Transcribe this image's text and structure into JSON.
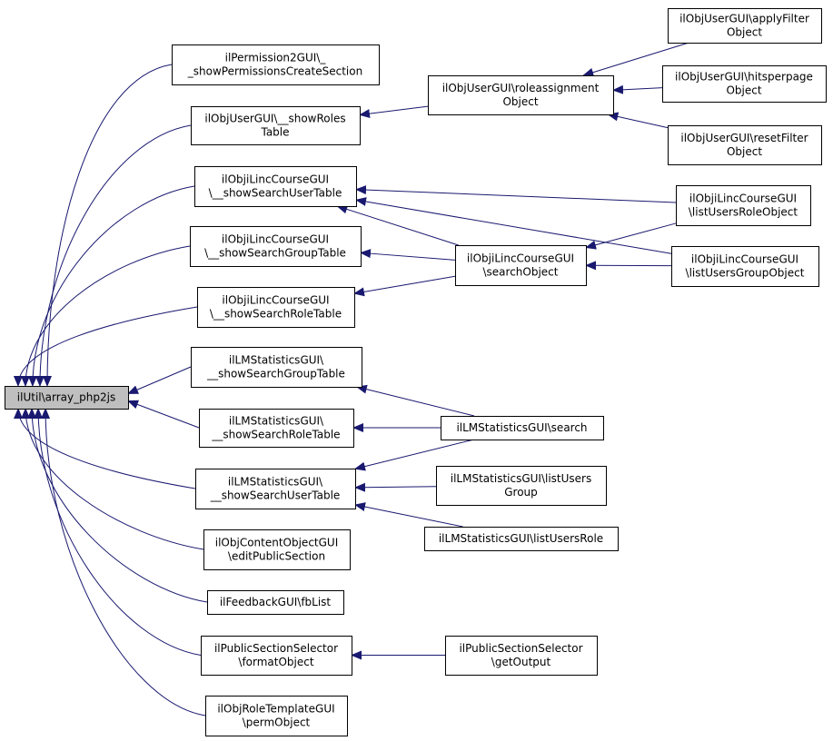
{
  "colors": {
    "node_fill": "#ffffff",
    "root_fill": "#bfbfbf",
    "border": "#000000",
    "edge": "#191970"
  },
  "nodes": {
    "root": {
      "lines": [
        "ilUtil\\array_php2js"
      ]
    },
    "perm2": {
      "lines": [
        "ilPermission2GUI\\_",
        "_showPermissionsCreateSection"
      ]
    },
    "ushowroles": {
      "lines": [
        "ilObjUserGUI\\__showRoles",
        "Table"
      ]
    },
    "lincsu": {
      "lines": [
        "ilObjiLincCourseGUI",
        "\\__showSearchUserTable"
      ]
    },
    "lincsg": {
      "lines": [
        "ilObjiLincCourseGUI",
        "\\__showSearchGroupTable"
      ]
    },
    "lincsr": {
      "lines": [
        "ilObjiLincCourseGUI",
        "\\__showSearchRoleTable"
      ]
    },
    "lmsg": {
      "lines": [
        "ilLMStatisticsGUI\\",
        "__showSearchGroupTable"
      ]
    },
    "lmsr": {
      "lines": [
        "ilLMStatisticsGUI\\",
        "__showSearchRoleTable"
      ]
    },
    "lmsu": {
      "lines": [
        "ilLMStatisticsGUI\\",
        "__showSearchUserTable"
      ]
    },
    "cobj": {
      "lines": [
        "ilObjContentObjectGUI",
        "\\editPublicSection"
      ]
    },
    "fb": {
      "lines": [
        "ilFeedbackGUI\\fbList"
      ]
    },
    "pubfmt": {
      "lines": [
        "ilPublicSectionSelector",
        "\\formatObject"
      ]
    },
    "roletpl": {
      "lines": [
        "ilObjRoleTemplateGUI",
        "\\permObject"
      ]
    },
    "roleassign": {
      "lines": [
        "ilObjUserGUI\\roleassignment",
        "Object"
      ]
    },
    "lincsearch": {
      "lines": [
        "ilObjiLincCourseGUI",
        "\\searchObject"
      ]
    },
    "lmsearch": {
      "lines": [
        "ilLMStatisticsGUI\\search"
      ]
    },
    "lmlug": {
      "lines": [
        "ilLMStatisticsGUI\\listUsers",
        "Group"
      ]
    },
    "lmlur": {
      "lines": [
        "ilLMStatisticsGUI\\listUsersRole"
      ]
    },
    "pubout": {
      "lines": [
        "ilPublicSectionSelector",
        "\\getOutput"
      ]
    },
    "applyf": {
      "lines": [
        "ilObjUserGUI\\applyFilter",
        "Object"
      ]
    },
    "hits": {
      "lines": [
        "ilObjUserGUI\\hitsperpage",
        "Object"
      ]
    },
    "resetf": {
      "lines": [
        "ilObjUserGUI\\resetFilter",
        "Object"
      ]
    },
    "luro": {
      "lines": [
        "ilObjiLincCourseGUI",
        "\\listUsersRoleObject"
      ]
    },
    "lugo": {
      "lines": [
        "ilObjiLincCourseGUI",
        "\\listUsersGroupObject"
      ]
    }
  },
  "edges": [
    [
      "perm2",
      "root"
    ],
    [
      "ushowroles",
      "root"
    ],
    [
      "lincsu",
      "root"
    ],
    [
      "lincsg",
      "root"
    ],
    [
      "lincsr",
      "root"
    ],
    [
      "lmsg",
      "root"
    ],
    [
      "lmsr",
      "root"
    ],
    [
      "lmsu",
      "root"
    ],
    [
      "cobj",
      "root"
    ],
    [
      "fb",
      "root"
    ],
    [
      "pubfmt",
      "root"
    ],
    [
      "roletpl",
      "root"
    ],
    [
      "roleassign",
      "ushowroles"
    ],
    [
      "applyf",
      "roleassign"
    ],
    [
      "hits",
      "roleassign"
    ],
    [
      "resetf",
      "roleassign"
    ],
    [
      "lincsearch",
      "lincsu"
    ],
    [
      "luro",
      "lincsu"
    ],
    [
      "lugo",
      "lincsu"
    ],
    [
      "lincsearch",
      "lincsg"
    ],
    [
      "lincsearch",
      "lincsr"
    ],
    [
      "luro",
      "lincsearch"
    ],
    [
      "lugo",
      "lincsearch"
    ],
    [
      "lmsearch",
      "lmsg"
    ],
    [
      "lmsearch",
      "lmsr"
    ],
    [
      "lmsearch",
      "lmsu"
    ],
    [
      "lmlug",
      "lmsu"
    ],
    [
      "lmlur",
      "lmsu"
    ],
    [
      "pubout",
      "pubfmt"
    ]
  ]
}
